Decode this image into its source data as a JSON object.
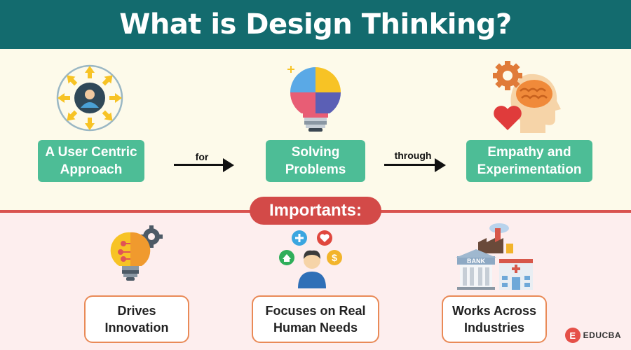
{
  "title": "What is Design Thinking?",
  "flow": {
    "box1": "A User Centric Approach",
    "arrow1_label": "for",
    "box2": "Solving Problems",
    "arrow2_label": "through",
    "box3": "Empathy and Experimentation"
  },
  "importants_label": "Importants:",
  "importants": [
    "Drives Innovation",
    "Focuses on Real Human Needs",
    "Works Across Industries"
  ],
  "brand": {
    "mark": "E",
    "text": "EDUCBA"
  },
  "bank_text": "BANK",
  "colors": {
    "header": "#136b6e",
    "accent_green": "#4dbd96",
    "accent_red": "#d34a48",
    "box_border": "#e98a57"
  }
}
